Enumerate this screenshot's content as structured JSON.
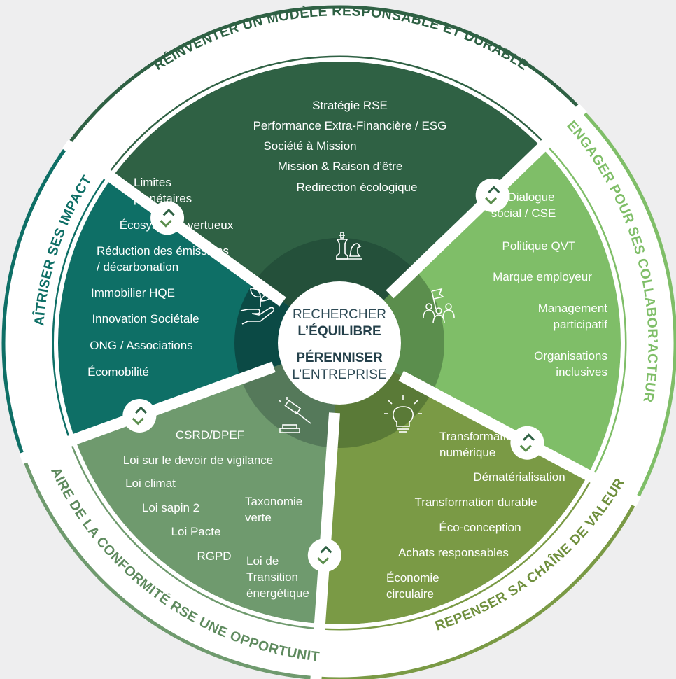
{
  "center": {
    "line1": "RECHERCHER",
    "line2": "L’ÉQUILIBRE",
    "line3": "PÉRENNISER",
    "line4": "L’ENTREPRISE"
  },
  "sectors": {
    "top": {
      "band": "RÉINVENTER UN MODÈLE RESPONSABLE ET DURABLE",
      "color": "#2f6144",
      "icon": "chess-pieces-icon",
      "items": [
        "Stratégie RSE",
        "Performance Extra-Financière / ESG",
        "Société à Mission",
        "Mission & Raison d’être",
        "Redirection écologique"
      ]
    },
    "right": {
      "band": "S’ENGAGER POUR SES COLLABOR’ACTEURS",
      "color": "#7fbe68",
      "icon": "team-flag-icon",
      "items": [
        "Dialogue",
        "social / CSE",
        "Politique QVT",
        "Marque employeur",
        "Management",
        "participatif",
        "Organisations",
        "inclusives"
      ]
    },
    "bottom_right": {
      "band": "REPENSER SA CHAÎNE DE VALEUR",
      "color": "#7a9a45",
      "icon": "lightbulb-icon",
      "items": [
        "Transformation",
        "numérique",
        "Dématérialisation",
        "Transformation durable",
        "Éco-conception",
        "Achats responsables",
        "Économie",
        "circulaire"
      ]
    },
    "bottom_left": {
      "band": "FAIRE DE LA CONFORMITÉ RSE UNE OPPORTUNITÉ",
      "color": "#6f9a6e",
      "icon": "gavel-icon",
      "items": [
        "CSRD/DPEF",
        "Loi sur le devoir de vigilance",
        "Loi climat",
        "Loi sapin 2",
        "Loi Pacte",
        "RGPD",
        "Taxonomie",
        "verte",
        "Loi de",
        "Transition",
        "énergétique"
      ]
    },
    "left": {
      "band": "MAÎTRISER SES IMPACTS",
      "color": "#0e6f66",
      "icon": "hand-plant-icon",
      "items": [
        "Limites",
        "planétaires",
        "Écosystème vertueux",
        "Réduction des émissions",
        "/ décarbonation",
        "Immobilier HQE",
        "Innovation Sociétale",
        "ONG / Associations",
        "Écomobilité"
      ]
    }
  }
}
